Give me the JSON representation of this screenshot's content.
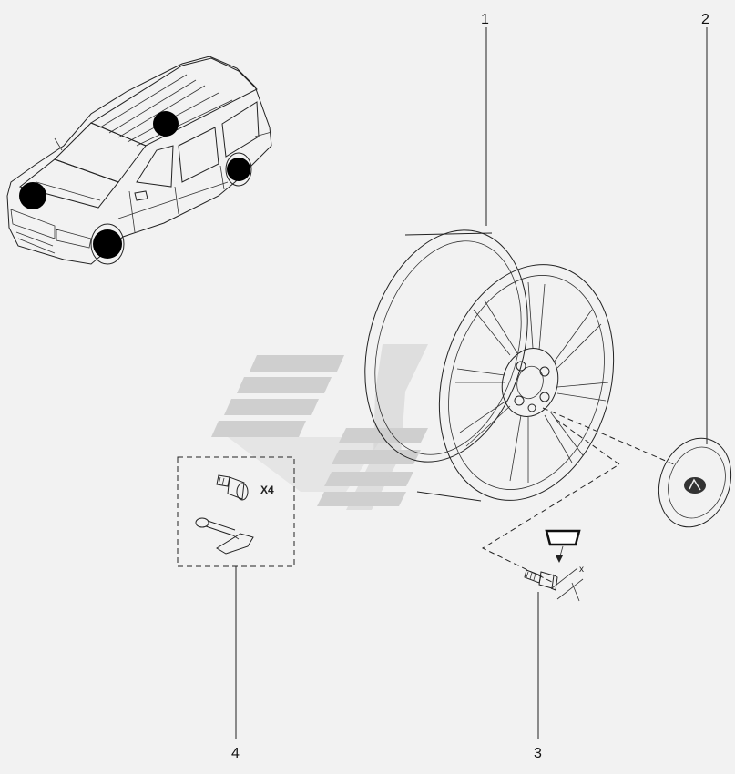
{
  "callouts": {
    "wheel": "1",
    "hub_cap": "2",
    "wheel_bolt": "3",
    "locking_kit": "4"
  },
  "kit_quantity": "X4",
  "dimension_label": "x",
  "colors": {
    "background": "#f2f2f2",
    "line": "#222222",
    "watermark": "#c8c8c8",
    "highlight_dot": "#000000"
  }
}
